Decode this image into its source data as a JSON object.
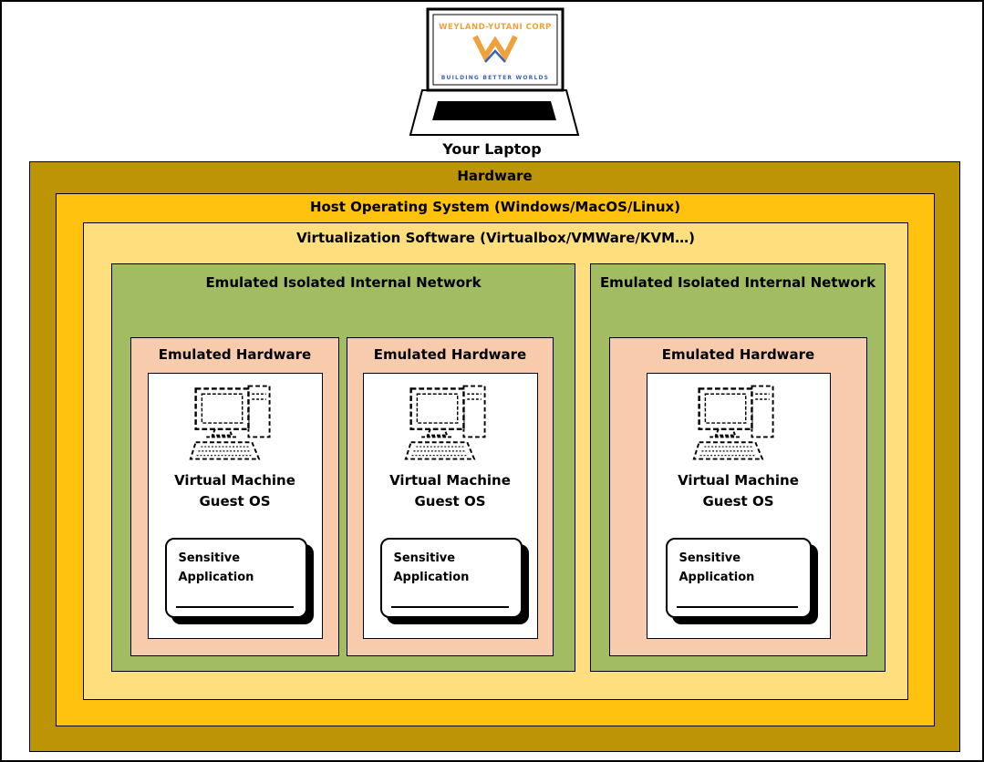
{
  "laptop": {
    "label": "Your Laptop",
    "logo_company": "WEYLAND-YUTANI CORP",
    "logo_tagline": "BUILDING BETTER WORLDS"
  },
  "layers": {
    "hardware_label": "Hardware",
    "host_os_label": "Host Operating System (Windows/MacOS/Linux)",
    "virtualization_label": "Virtualization Software (Virtualbox/VMWare/KVM…)"
  },
  "networks": [
    {
      "label": "Emulated Isolated Internal Network",
      "machines": [
        {
          "hardware_label": "Emulated Hardware",
          "vm_label": "Virtual Machine Guest OS",
          "app_label": "Sensitive Application"
        },
        {
          "hardware_label": "Emulated Hardware",
          "vm_label": "Virtual Machine Guest OS",
          "app_label": "Sensitive Application"
        }
      ]
    },
    {
      "label": "Emulated Isolated Internal Network",
      "machines": [
        {
          "hardware_label": "Emulated Hardware",
          "vm_label": "Virtual Machine Guest OS",
          "app_label": "Sensitive Application"
        }
      ]
    }
  ],
  "colors": {
    "hardware_bg": "#BD9406",
    "host_os_bg": "#FFC20E",
    "virtualization_bg": "#FFDE7D",
    "network_bg": "#A2BC62",
    "emulated_hw_bg": "#F8CBAD",
    "vm_bg": "#FFFFFF",
    "logo_orange": "#EFA23C",
    "logo_blue": "#3C64B1",
    "border": "#000000"
  }
}
